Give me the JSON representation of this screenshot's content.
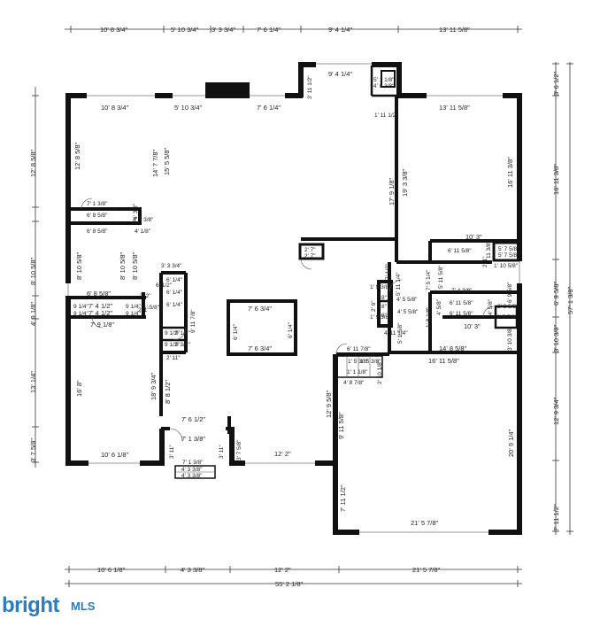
{
  "plan": {
    "top_dimensions": [
      "10' 8 3/4\"",
      "5' 10 3/4\"",
      "3' 3 3/4\"",
      "7' 6 1/4\"",
      "9' 4 1/4\"",
      "13' 11 5/8\""
    ],
    "bottom_dimensions": [
      "10' 6 1/8\"",
      "4' 3 3/8\"",
      "12' 2\"",
      "21' 5 7/8\""
    ],
    "overall_width": "55' 2 1/8\"",
    "left_dimensions": [
      "12' 8 5/8\"",
      "8' 10 5/8\"",
      "4' 9 1/8\"",
      "13' 1/4\"",
      "3' 7 5/8\""
    ],
    "right_dimensions": [
      "3' 6 1/2\"",
      "16' 11 3/8\"",
      "6' 9 5/8\"",
      "3' 10 3/8\"",
      "12' 9 3/4\"",
      "7' 11 1/2\""
    ],
    "overall_height": "57' 1 3/8\"",
    "rooms": {
      "top_left_width": "10' 8 3/4\"",
      "top_left_height": "12' 8 5/8\"",
      "top_left_inner": "14' 7 7/8\"",
      "upper_mid": "5' 10 3/4\"",
      "upper_mid_right": "7' 6 1/4\"",
      "great_room_height": "15' 5 5/8\"",
      "nook_width": "9' 4 1/4\"",
      "nook_small": "3' 11 1/2\"",
      "pantry_a": "5' 1 1/8\"",
      "pantry_b": "4' 8 3/8\"",
      "pantry_c": "1' 11 1/2\"",
      "kitchen_width": "13' 11 5/8\"",
      "kitchen_inner_height": "17' 9 1/8\"",
      "kitchen_outer_height": "19' 3 3/8\"",
      "right_room_height": "16' 11 3/8\"",
      "closet_a": "7' 1 3/8\"",
      "closet_b": "6' 8 5/8\"",
      "closet_c": "6' 8 5/8\"",
      "closet_d": "4' 3/8\"",
      "closet_e": "4' 7 3/8\"",
      "closet_f": "4' 1/8\"",
      "hall_height_a": "8' 10 5/8\"",
      "hall_height_b": "8' 10 5/8\"",
      "small_closet_a": "3' 3 3/4\"",
      "small_closet_b": "6' 1/2\"",
      "small_closet_c": "6' 1/4\"",
      "small_closet_d": "6' 1/4\"",
      "small_closet_e": "6' 1/4\"",
      "small_closet_f": "3' 2\"",
      "small_closet_g": "2' 1\"",
      "small_closet_h": "1' 5/8\"",
      "hall_width_a": "6' 8 5/8\"",
      "hall_width_b": "7' 4 1/2\"",
      "hall_width_c": "7' 4 1/2\"",
      "hall_width_d": "7' 9 1/8\"",
      "hall_small_a": "9 1/4\"",
      "hall_small_b": "9 1/4\"",
      "hall_small_c": "9 1/4\"",
      "hall_small_d": "9 1/4\"",
      "stair_a": "9' 11 7/8\"",
      "stair_b": "2' 11\"",
      "stair_c": "9 1/2\"",
      "stair_d": "9 1/2\"",
      "stair_e": "9 1/2\"",
      "stair_f": "9 3/4\"",
      "living_height": "18' 9 3/4\"",
      "living_inner": "8' 8 1/2\"",
      "left_room_height": "16' 8\"",
      "left_room_width": "10' 6 1/8\"",
      "island_width_top": "7' 6 3/4\"",
      "island_width_bottom": "7' 6 3/4\"",
      "island_height_left": "6' 1/4\"",
      "island_height_right": "6' 1/4\"",
      "post_a": "2' 7\"",
      "post_b": "2' 7\"",
      "laundry_width": "10' 3\"",
      "laundry_inner": "6' 11 5/8\"",
      "laundry_small_a": "11 3/8\"",
      "laundry_small_b": "5' 7 5/8\"",
      "laundry_small_c": "5' 7 5/8\"",
      "laundry_small_d": "1' 10 5/8\"",
      "laundry_small_e": "2' 1\"",
      "bath_height": "5' 11 5/8\"",
      "bath_small_a": "7' 5 1/4\"",
      "bath_width_a": "7' 4 3/8\"",
      "bath_width_b": "6' 11 5/8\"",
      "bath_width_c": "6' 11 5/8\"",
      "bath_width_d": "10' 3\"",
      "bath_small_b": "4' 5/8\"",
      "bath_small_c": "4' 5/8\"",
      "bath_small_d": "2' 3 5/8\"",
      "bath_small_e": "2' 5 7/8\"",
      "bath_small_f": "6' 9 5/8\"",
      "bath_small_g": "1' 8 1/8\"",
      "bath_small_h": "3' 10 3/8\"",
      "wc_a": "7' 1/2\"",
      "wc_b": "5' 11 1/4\"",
      "wc_c": "1' 9 3/8\"",
      "wc_d": "1' 9 3/8\"",
      "wc_e": "4' 5 5/8\"",
      "wc_f": "4' 5 5/8\"",
      "wc_g": "2' 6\"",
      "wc_h": "4' 11 1/4\"",
      "wc_i": "5' 1 5/8\"",
      "wc_j": "8\"",
      "wc_k": "8\"",
      "wc_l": "8\"",
      "garage_hall_a": "6' 11 7/8\"",
      "garage_hall_b": "14' 8 5/8\"",
      "garage_hall_c": "16' 11 5/8\"",
      "garage_step_a": "1' 5 3/8\"",
      "garage_step_b": "1' 5 3/8\"",
      "garage_step_c": "1' 1 1/8\"",
      "garage_step_d": "2' 10 1/8\"",
      "garage_step_e": "4' 8 7/8\"",
      "garage_depth_left": "12' 9 5/8\"",
      "garage_depth_inner": "9' 11 5/8\"",
      "garage_depth_right": "20' 9 1/4\"",
      "garage_lower_left": "7' 11 1/2\"",
      "garage_width": "21' 5 7/8\"",
      "foyer_width": "7' 6 1/2\"",
      "foyer_inner": "7' 1 3/8\"",
      "foyer_left": "3' 11\"",
      "foyer_right": "3' 11\"",
      "foyer_side": "3' 7 5/8\"",
      "foyer_bottom": "7' 1 3/8\"",
      "porch_a": "4' 3 3/8\"",
      "porch_b": "4' 3 3/8\"",
      "front_width": "12' 2\""
    }
  },
  "logo": {
    "brand": "bright",
    "suffix": "MLS"
  }
}
